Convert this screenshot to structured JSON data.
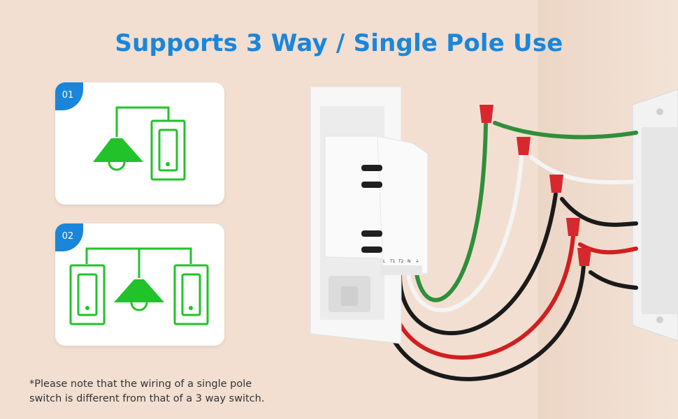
{
  "title": "Supports 3 Way / Single Pole Use",
  "cards": [
    {
      "badge": "01",
      "icon": "single-pole-wiring-icon"
    },
    {
      "badge": "02",
      "icon": "three-way-wiring-icon"
    }
  ],
  "terminals": [
    "L",
    "T1",
    "T2",
    "N",
    "⏚"
  ],
  "note_lines": [
    "*Please note that the wiring of a single pole",
    "switch is different from that of a 3 way switch."
  ],
  "colors": {
    "accent": "#1a86db",
    "icon_green": "#22c22a",
    "wire_green": "#2f8f3a",
    "wire_red": "#d11f1f",
    "wire_black": "#1a1a1a",
    "wire_white": "#f4f4f4",
    "connector_red": "#d7282d"
  }
}
